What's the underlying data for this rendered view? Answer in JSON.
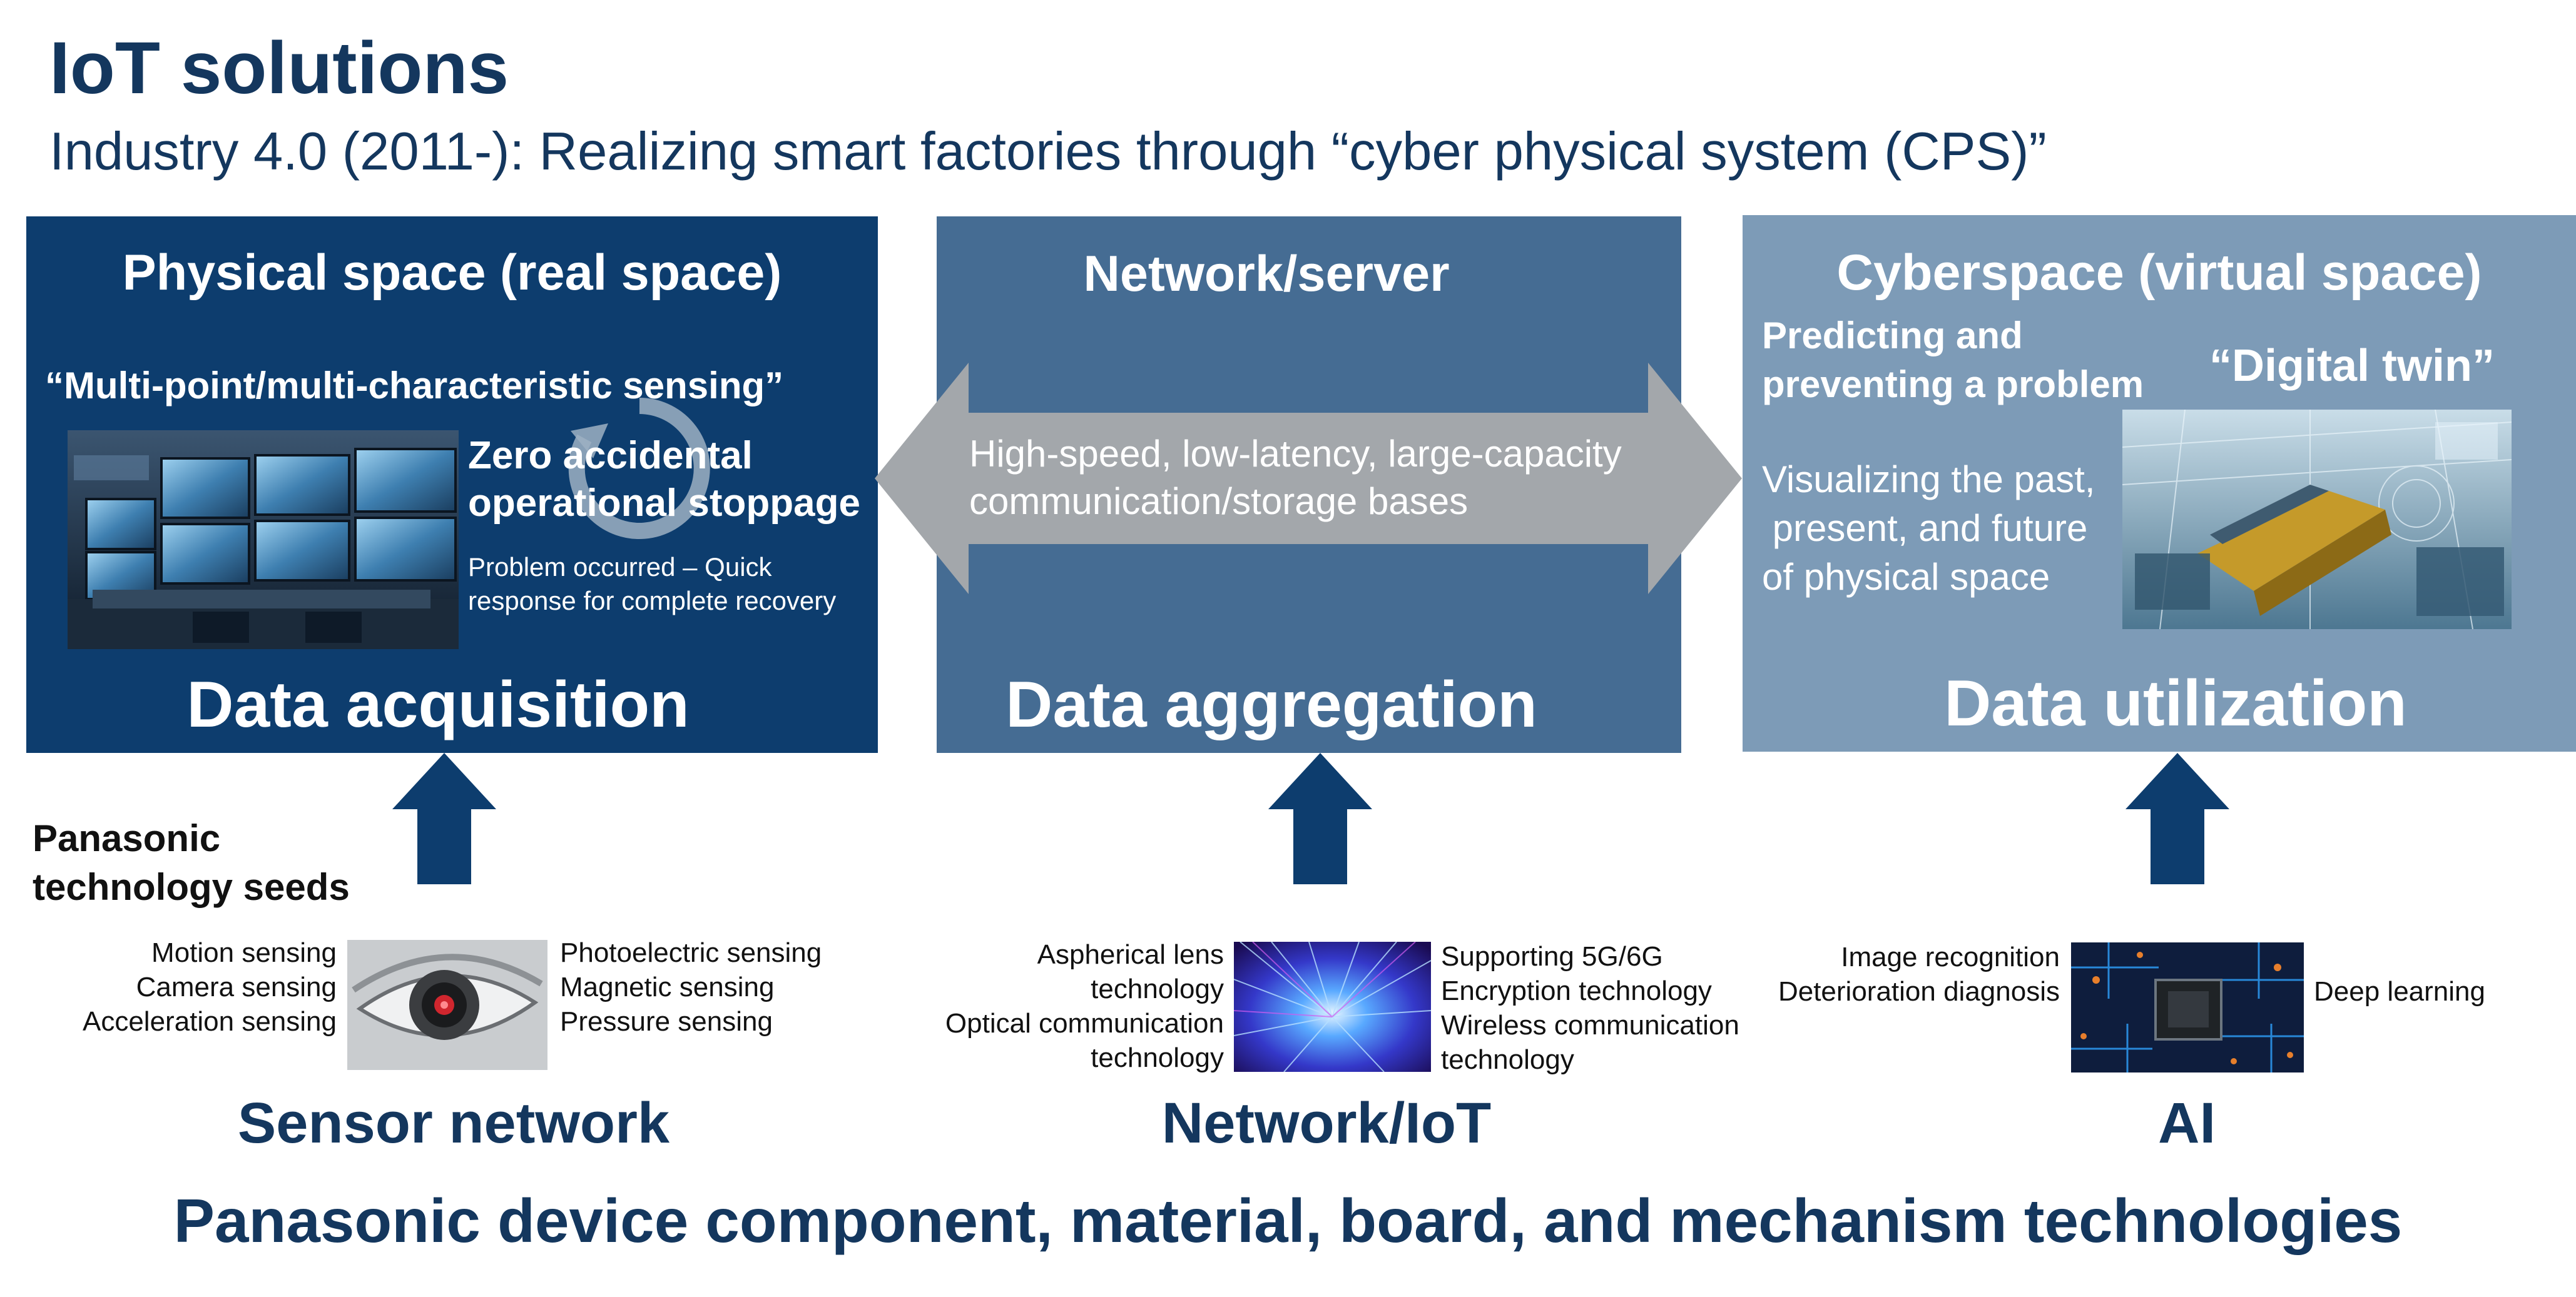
{
  "header": {
    "title": "IoT solutions",
    "subtitle": "Industry 4.0 (2011-): Realizing smart factories through “cyber physical system (CPS)”"
  },
  "physical": {
    "heading": "Physical space (real space)",
    "sensing_label": "“Multi-point/multi-characteristic sensing”",
    "goal_line1": "Zero accidental",
    "goal_line2": "operational stoppage",
    "detail_line1": "Problem occurred – Quick",
    "detail_line2": "response for complete recovery",
    "footer_label": "Data acquisition",
    "color": "#0d3d6e"
  },
  "network": {
    "heading": "Network/server",
    "arrow_line1": "High-speed, low-latency, large-capacity",
    "arrow_line2": "communication/storage bases",
    "footer_label": "Data aggregation",
    "color": "#456c93"
  },
  "cyber": {
    "heading": "Cyberspace (virtual space)",
    "predict_line1": "Predicting and",
    "predict_line2": "preventing a problem",
    "twin_label": "“Digital twin”",
    "visual_line1": "Visualizing the past,",
    "visual_line2": " present, and future",
    "visual_line3": "of physical space",
    "footer_label": "Data utilization",
    "color": "#7d9bb7"
  },
  "seeds": {
    "label_line1": "Panasonic",
    "label_line2": "technology seeds"
  },
  "sensor": {
    "left_items": [
      "Motion sensing",
      "Camera sensing",
      "Acceleration sensing"
    ],
    "right_items": [
      "Photoelectric sensing",
      "Magnetic sensing",
      "Pressure sensing"
    ],
    "name": "Sensor network"
  },
  "iot": {
    "left_items": [
      "Aspherical lens",
      "technology",
      "Optical communication",
      "technology"
    ],
    "right_items": [
      "Supporting 5G/6G",
      "Encryption technology",
      "Wireless communication",
      "technology"
    ],
    "name": "Network/IoT"
  },
  "ai": {
    "left_items": [
      "Image recognition",
      "Deterioration diagnosis"
    ],
    "right_items": [
      "Deep learning"
    ],
    "name": "AI"
  },
  "footer": "Panasonic device component, material, board, and mechanism technologies",
  "icons": {
    "refresh": "refresh-cycle-icon",
    "arrows": "up-arrow-icon"
  }
}
